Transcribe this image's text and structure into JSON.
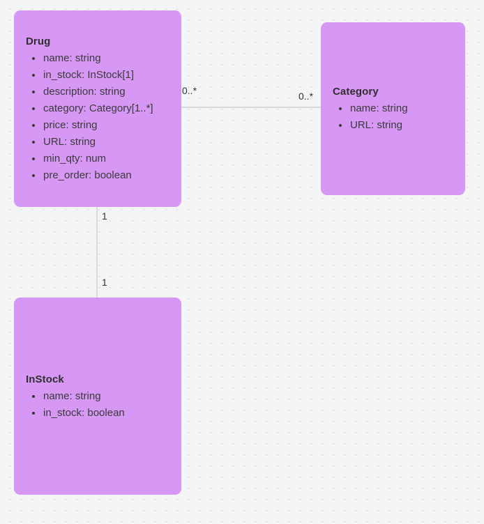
{
  "canvas": {
    "background_color": "#f5f5f5",
    "dot_color": "#dfdfdf"
  },
  "style": {
    "node_fill": "#d697f5",
    "edge_color": "#d9d9d9",
    "text_color": "#333333"
  },
  "diagram": {
    "nodes": [
      {
        "id": "drug",
        "title": "Drug",
        "attributes": [
          "name: string",
          "in_stock: InStock[1]",
          "description: string",
          "category: Category[1..*]",
          "price: string",
          "URL: string",
          "min_qty: num",
          "pre_order: boolean"
        ]
      },
      {
        "id": "category",
        "title": "Category",
        "attributes": [
          "name: string",
          "URL: string"
        ]
      },
      {
        "id": "instock",
        "title": "InStock",
        "attributes": [
          "name: string",
          "in_stock: boolean"
        ]
      }
    ],
    "edges": [
      {
        "id": "drug-category",
        "from": "Drug",
        "to": "Category",
        "from_cardinality": "0..*",
        "to_cardinality": "0..*"
      },
      {
        "id": "drug-instock",
        "from": "Drug",
        "to": "InStock",
        "from_cardinality": "1",
        "to_cardinality": "1"
      }
    ]
  }
}
